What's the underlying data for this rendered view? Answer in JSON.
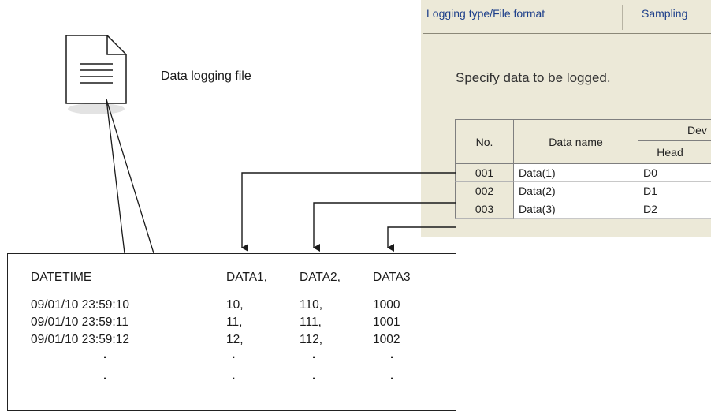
{
  "file": {
    "label": "Data logging file",
    "icon": "document-icon"
  },
  "dialog": {
    "tabs": [
      "Logging type/File format",
      "Sampling"
    ],
    "instruction": "Specify data to be logged.",
    "table": {
      "col_no": "No.",
      "col_name": "Data name",
      "col_device_group": "Dev",
      "col_head": "Head",
      "rows": [
        {
          "no": "001",
          "name": "Data(1)",
          "head": "D0"
        },
        {
          "no": "002",
          "name": "Data(2)",
          "head": "D1"
        },
        {
          "no": "003",
          "name": "Data(3)",
          "head": "D2"
        }
      ]
    }
  },
  "csv": {
    "headers": [
      "DATETIME",
      "DATA1,",
      "DATA2,",
      "DATA3"
    ],
    "rows": [
      [
        "09/01/10 23:59:10",
        "10,",
        "110,",
        "1000"
      ],
      [
        "09/01/10 23:59:11",
        "11,",
        "111,",
        "1001"
      ],
      [
        "09/01/10 23:59:12",
        "12,",
        "112,",
        "1002"
      ]
    ],
    "continuation": "·"
  }
}
